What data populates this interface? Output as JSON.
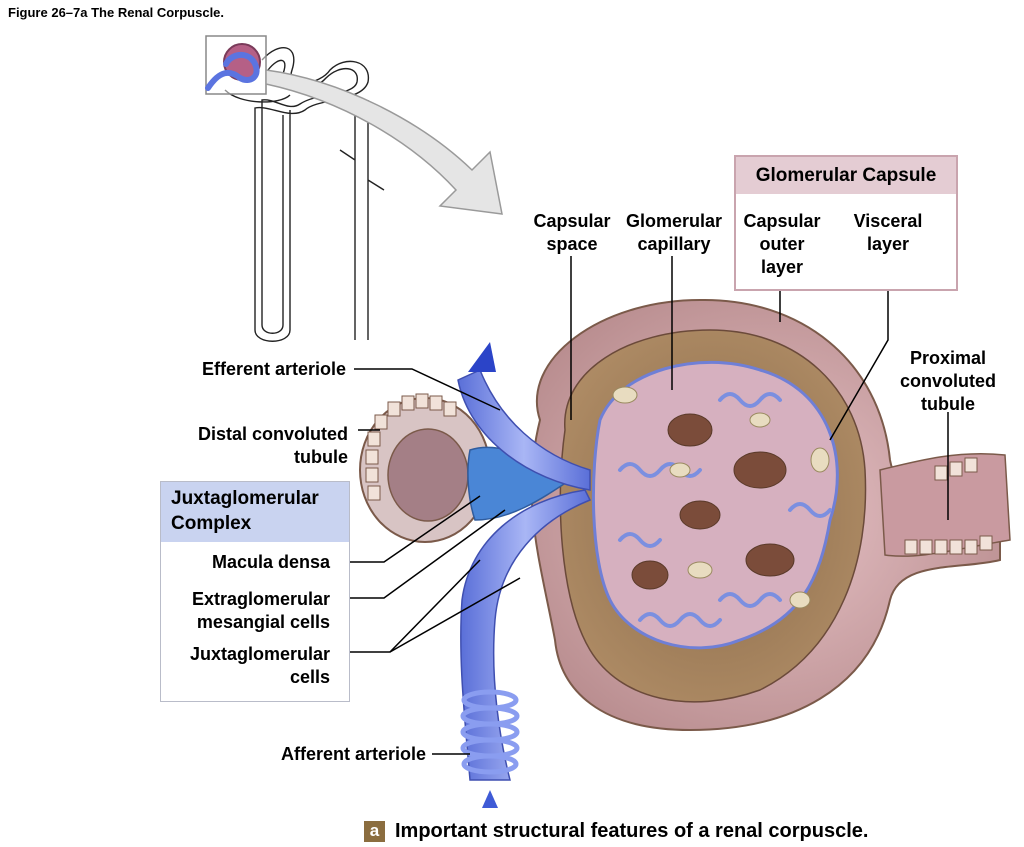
{
  "figure_title": "Figure 26–7a The Renal Corpuscle.",
  "labels": {
    "capsular_space": "Capsular\nspace",
    "glomerular_capillary": "Glomerular\ncapillary",
    "capsular_outer_layer": "Capsular\nouter\nlayer",
    "visceral_layer": "Visceral\nlayer",
    "proximal_convoluted_tubule": "Proximal\nconvoluted\ntubule",
    "efferent_arteriole": "Efferent arteriole",
    "distal_convoluted_tubule": "Distal convoluted\ntubule",
    "macula_densa": "Macula densa",
    "extraglomerular_mesangial_cells": "Extraglomerular\nmesangial cells",
    "juxtaglomerular_cells": "Juxtaglomerular\ncells",
    "afferent_arteriole": "Afferent arteriole"
  },
  "boxes": {
    "glomerular_capsule_title": "Glomerular Capsule",
    "juxtaglomerular_complex_title": "Juxtaglomerular\nComplex"
  },
  "caption": {
    "badge": "a",
    "text": "Important structural features of a renal corpuscle."
  },
  "colors": {
    "capsule_pink": "#d9b0b8",
    "capillary_blue": "#7b8fe0",
    "arteriole_blue": "#8a9df0",
    "macula_blue": "#4a86d6",
    "outline_brown": "#7b5a4a",
    "jg_box_header": "#c9d3f0",
    "gc_box_header": "#e4ccd3"
  }
}
